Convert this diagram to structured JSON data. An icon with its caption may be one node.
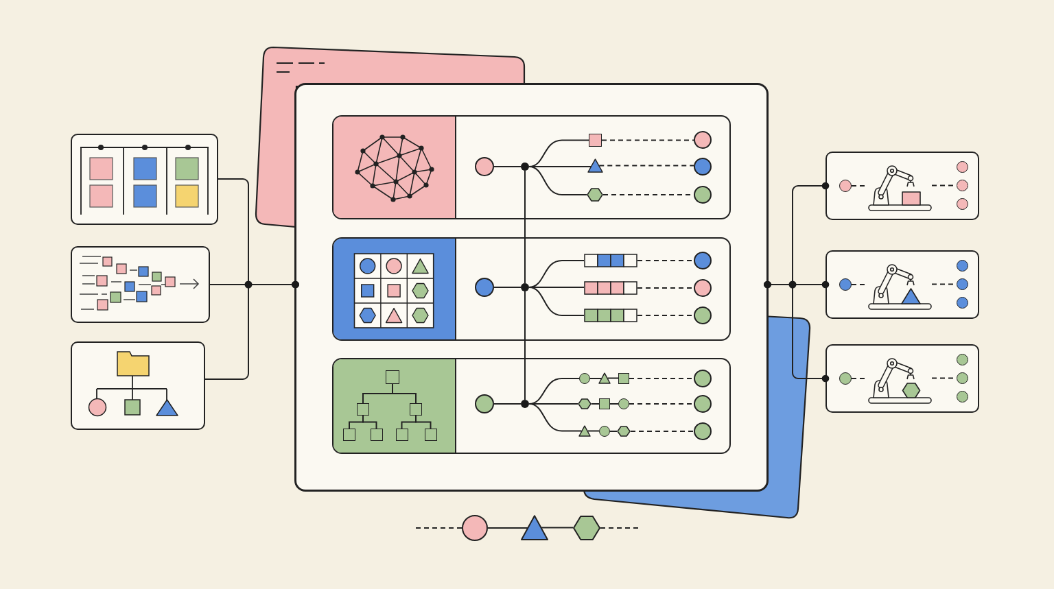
{
  "diagram": {
    "nodes": [
      {
        "text": [],
        "shape": "box"
      },
      {
        "text": [],
        "shape": "box"
      },
      {
        "text": [],
        "shape": "box"
      },
      {
        "text": [],
        "shape": "box"
      },
      {
        "text": [],
        "shape": "box",
        "in": 3
      },
      {
        "text": [],
        "shape": "circle",
        "in": 4
      },
      {
        "text": [],
        "shape": "dot",
        "in": 4
      },
      {
        "text": [],
        "shape": "square",
        "in": 4
      },
      {
        "text": [],
        "shape": "triangle",
        "in": 4
      },
      {
        "text": [],
        "shape": "hexagon",
        "in": 4
      },
      {
        "text": [],
        "shape": "circle",
        "in": 4
      },
      {
        "text": [],
        "shape": "circle",
        "in": 4
      },
      {
        "text": [],
        "shape": "circle",
        "in": 4
      },
      {
        "text": [],
        "shape": "box",
        "in": 3
      },
      {
        "text": [],
        "shape": "circle",
        "in": 13
      },
      {
        "text": [],
        "shape": "dot",
        "in": 13
      },
      {
        "text": [],
        "shape": "bar",
        "in": 13
      },
      {
        "text": [],
        "shape": "bar",
        "in": 13
      },
      {
        "text": [],
        "shape": "bar",
        "in": 13
      },
      {
        "text": [],
        "shape": "circle",
        "in": 13
      },
      {
        "text": [],
        "shape": "circle",
        "in": 13
      },
      {
        "text": [],
        "shape": "circle",
        "in": 13
      },
      {
        "text": [],
        "shape": "box",
        "in": 3
      },
      {
        "text": [],
        "shape": "square",
        "in": 22
      },
      {
        "text": [],
        "shape": "square",
        "in": 22
      },
      {
        "text": [],
        "shape": "square",
        "in": 22
      },
      {
        "text": [],
        "shape": "square",
        "in": 22
      },
      {
        "text": [],
        "shape": "square",
        "in": 22
      },
      {
        "text": [],
        "shape": "square",
        "in": 22
      },
      {
        "text": [],
        "shape": "square",
        "in": 22
      },
      {
        "text": [],
        "shape": "circle",
        "in": 22
      },
      {
        "text": [],
        "shape": "dot",
        "in": 22
      },
      {
        "text": [],
        "shape": "circle",
        "in": 22
      },
      {
        "text": [],
        "shape": "triangle",
        "in": 22
      },
      {
        "text": [],
        "shape": "square",
        "in": 22
      },
      {
        "text": [],
        "shape": "hexagon",
        "in": 22
      },
      {
        "text": [],
        "shape": "square",
        "in": 22
      },
      {
        "text": [],
        "shape": "circle",
        "in": 22
      },
      {
        "text": [],
        "shape": "triangle",
        "in": 22
      },
      {
        "text": [],
        "shape": "circle",
        "in": 22
      },
      {
        "text": [],
        "shape": "hexagon",
        "in": 22
      },
      {
        "text": [],
        "shape": "circle",
        "in": 22
      },
      {
        "text": [],
        "shape": "circle",
        "in": 22
      },
      {
        "text": [],
        "shape": "circle",
        "in": 22
      },
      {
        "text": [],
        "shape": "box"
      },
      {
        "text": [],
        "shape": "circle",
        "in": 44
      },
      {
        "text": [],
        "shape": "picture",
        "in": 44
      },
      {
        "text": [],
        "shape": "circle",
        "in": 44
      },
      {
        "text": [],
        "shape": "circle",
        "in": 44
      },
      {
        "text": [],
        "shape": "circle",
        "in": 44
      },
      {
        "text": [],
        "shape": "box"
      },
      {
        "text": [],
        "shape": "circle",
        "in": 50
      },
      {
        "text": [],
        "shape": "picture",
        "in": 50
      },
      {
        "text": [],
        "shape": "circle",
        "in": 50
      },
      {
        "text": [],
        "shape": "circle",
        "in": 50
      },
      {
        "text": [],
        "shape": "circle",
        "in": 50
      },
      {
        "text": [],
        "shape": "box"
      },
      {
        "text": [],
        "shape": "circle",
        "in": 56
      },
      {
        "text": [],
        "shape": "picture",
        "in": 56
      },
      {
        "text": [],
        "shape": "circle",
        "in": 56
      },
      {
        "text": [],
        "shape": "circle",
        "in": 56
      },
      {
        "text": [],
        "shape": "circle",
        "in": 56
      },
      {
        "text": [],
        "shape": "circle"
      },
      {
        "text": [],
        "shape": "triangle"
      },
      {
        "text": [],
        "shape": "hexagon"
      }
    ],
    "edges": [
      {
        "from": 0,
        "to": 3,
        "arrow": "other"
      },
      {
        "from": 1,
        "to": 3,
        "arrow": "other"
      },
      {
        "from": 2,
        "to": 3,
        "arrow": "other"
      },
      {
        "from": 5,
        "to": 6,
        "arrow": "none"
      },
      {
        "from": 6,
        "to": 7,
        "arrow": "none"
      },
      {
        "from": 6,
        "to": 8,
        "arrow": "none"
      },
      {
        "from": 6,
        "to": 9,
        "arrow": "none"
      },
      {
        "from": 7,
        "to": 10,
        "arrow": "none",
        "style": "dashed"
      },
      {
        "from": 8,
        "to": 11,
        "arrow": "none",
        "style": "dashed"
      },
      {
        "from": 9,
        "to": 12,
        "arrow": "none",
        "style": "dashed"
      },
      {
        "from": 6,
        "to": 15,
        "arrow": "none"
      },
      {
        "from": 14,
        "to": 15,
        "arrow": "none"
      },
      {
        "from": 15,
        "to": 16,
        "arrow": "none"
      },
      {
        "from": 15,
        "to": 17,
        "arrow": "none"
      },
      {
        "from": 15,
        "to": 18,
        "arrow": "none"
      },
      {
        "from": 16,
        "to": 19,
        "arrow": "none",
        "style": "dashed"
      },
      {
        "from": 17,
        "to": 20,
        "arrow": "none",
        "style": "dashed"
      },
      {
        "from": 18,
        "to": 21,
        "arrow": "none",
        "style": "dashed"
      },
      {
        "from": 15,
        "to": 31,
        "arrow": "none"
      },
      {
        "from": 23,
        "to": 24,
        "arrow": "none"
      },
      {
        "from": 23,
        "to": 25,
        "arrow": "none"
      },
      {
        "from": 24,
        "to": 26,
        "arrow": "none"
      },
      {
        "from": 24,
        "to": 27,
        "arrow": "none"
      },
      {
        "from": 25,
        "to": 28,
        "arrow": "none"
      },
      {
        "from": 25,
        "to": 29,
        "arrow": "none"
      },
      {
        "from": 30,
        "to": 31,
        "arrow": "none"
      },
      {
        "from": 31,
        "to": 32,
        "arrow": "none"
      },
      {
        "from": 31,
        "to": 35,
        "arrow": "none"
      },
      {
        "from": 31,
        "to": 38,
        "arrow": "none"
      },
      {
        "from": 32,
        "to": 33,
        "arrow": "none"
      },
      {
        "from": 33,
        "to": 34,
        "arrow": "none"
      },
      {
        "from": 35,
        "to": 36,
        "arrow": "none"
      },
      {
        "from": 36,
        "to": 37,
        "arrow": "none"
      },
      {
        "from": 38,
        "to": 39,
        "arrow": "none"
      },
      {
        "from": 39,
        "to": 40,
        "arrow": "none"
      },
      {
        "from": 34,
        "to": 41,
        "arrow": "none",
        "style": "dashed"
      },
      {
        "from": 37,
        "to": 42,
        "arrow": "none",
        "style": "dashed"
      },
      {
        "from": 40,
        "to": 43,
        "arrow": "none",
        "style": "dashed"
      },
      {
        "from": 3,
        "to": 44,
        "arrow": "other"
      },
      {
        "from": 3,
        "to": 50,
        "arrow": "other"
      },
      {
        "from": 3,
        "to": 56,
        "arrow": "other"
      },
      {
        "from": 45,
        "to": 46,
        "arrow": "none",
        "style": "dashed"
      },
      {
        "from": 46,
        "to": 48,
        "arrow": "none",
        "style": "dashed"
      },
      {
        "from": 51,
        "to": 52,
        "arrow": "none",
        "style": "dashed"
      },
      {
        "from": 52,
        "to": 54,
        "arrow": "none",
        "style": "dashed"
      },
      {
        "from": 57,
        "to": 58,
        "arrow": "none",
        "style": "dashed"
      },
      {
        "from": 58,
        "to": 60,
        "arrow": "none",
        "style": "dashed"
      },
      {
        "from": null,
        "to": 62,
        "arrow": "none",
        "style": "dashed"
      },
      {
        "from": 62,
        "to": 63,
        "arrow": "none"
      },
      {
        "from": 63,
        "to": 64,
        "arrow": "none"
      },
      {
        "from": 64,
        "to": null,
        "arrow": "none",
        "style": "dashed"
      }
    ]
  }
}
